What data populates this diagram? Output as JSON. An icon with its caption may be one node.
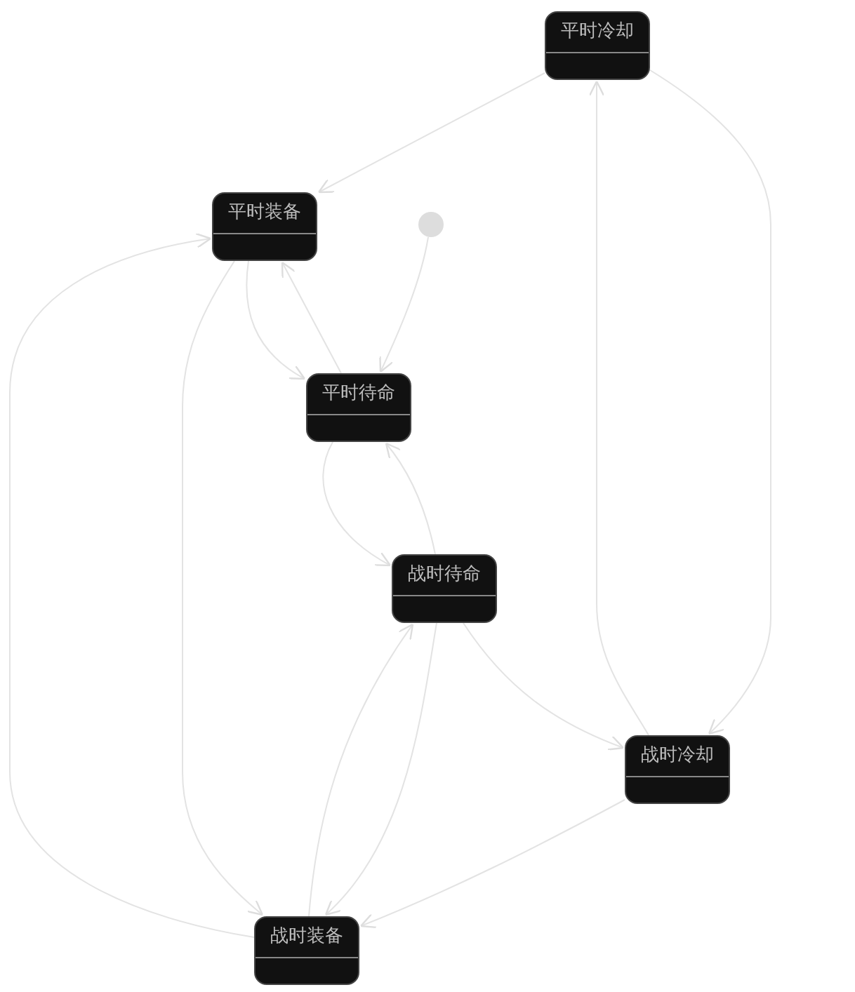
{
  "diagram": {
    "nodes": [
      {
        "text": [
          "平时冷却"
        ]
      },
      {
        "text": [
          "平时装备"
        ]
      },
      {
        "text": [],
        "shape": "circle"
      },
      {
        "text": [
          "平时待命"
        ]
      },
      {
        "text": [
          "战时待命"
        ]
      },
      {
        "text": [
          "战时冷却"
        ]
      },
      {
        "text": [
          "战时装备"
        ]
      }
    ],
    "edges": [
      {
        "from": 2,
        "to": 3,
        "arrow": "to"
      },
      {
        "from": 0,
        "to": 1,
        "arrow": "to"
      },
      {
        "from": 0,
        "to": 5,
        "arrow": "to"
      },
      {
        "from": 5,
        "to": 0,
        "arrow": "to"
      },
      {
        "from": 1,
        "to": 3,
        "arrow": "to"
      },
      {
        "from": 3,
        "to": 1,
        "arrow": "to"
      },
      {
        "from": 3,
        "to": 4,
        "arrow": "to"
      },
      {
        "from": 4,
        "to": 3,
        "arrow": "to"
      },
      {
        "from": 4,
        "to": 5,
        "arrow": "to"
      },
      {
        "from": 5,
        "to": 6,
        "arrow": "to"
      },
      {
        "from": 4,
        "to": 6,
        "arrow": "to"
      },
      {
        "from": 6,
        "to": 4,
        "arrow": "to"
      },
      {
        "from": 6,
        "to": 1,
        "arrow": "to"
      },
      {
        "from": 1,
        "to": 6,
        "arrow": "to"
      }
    ]
  }
}
